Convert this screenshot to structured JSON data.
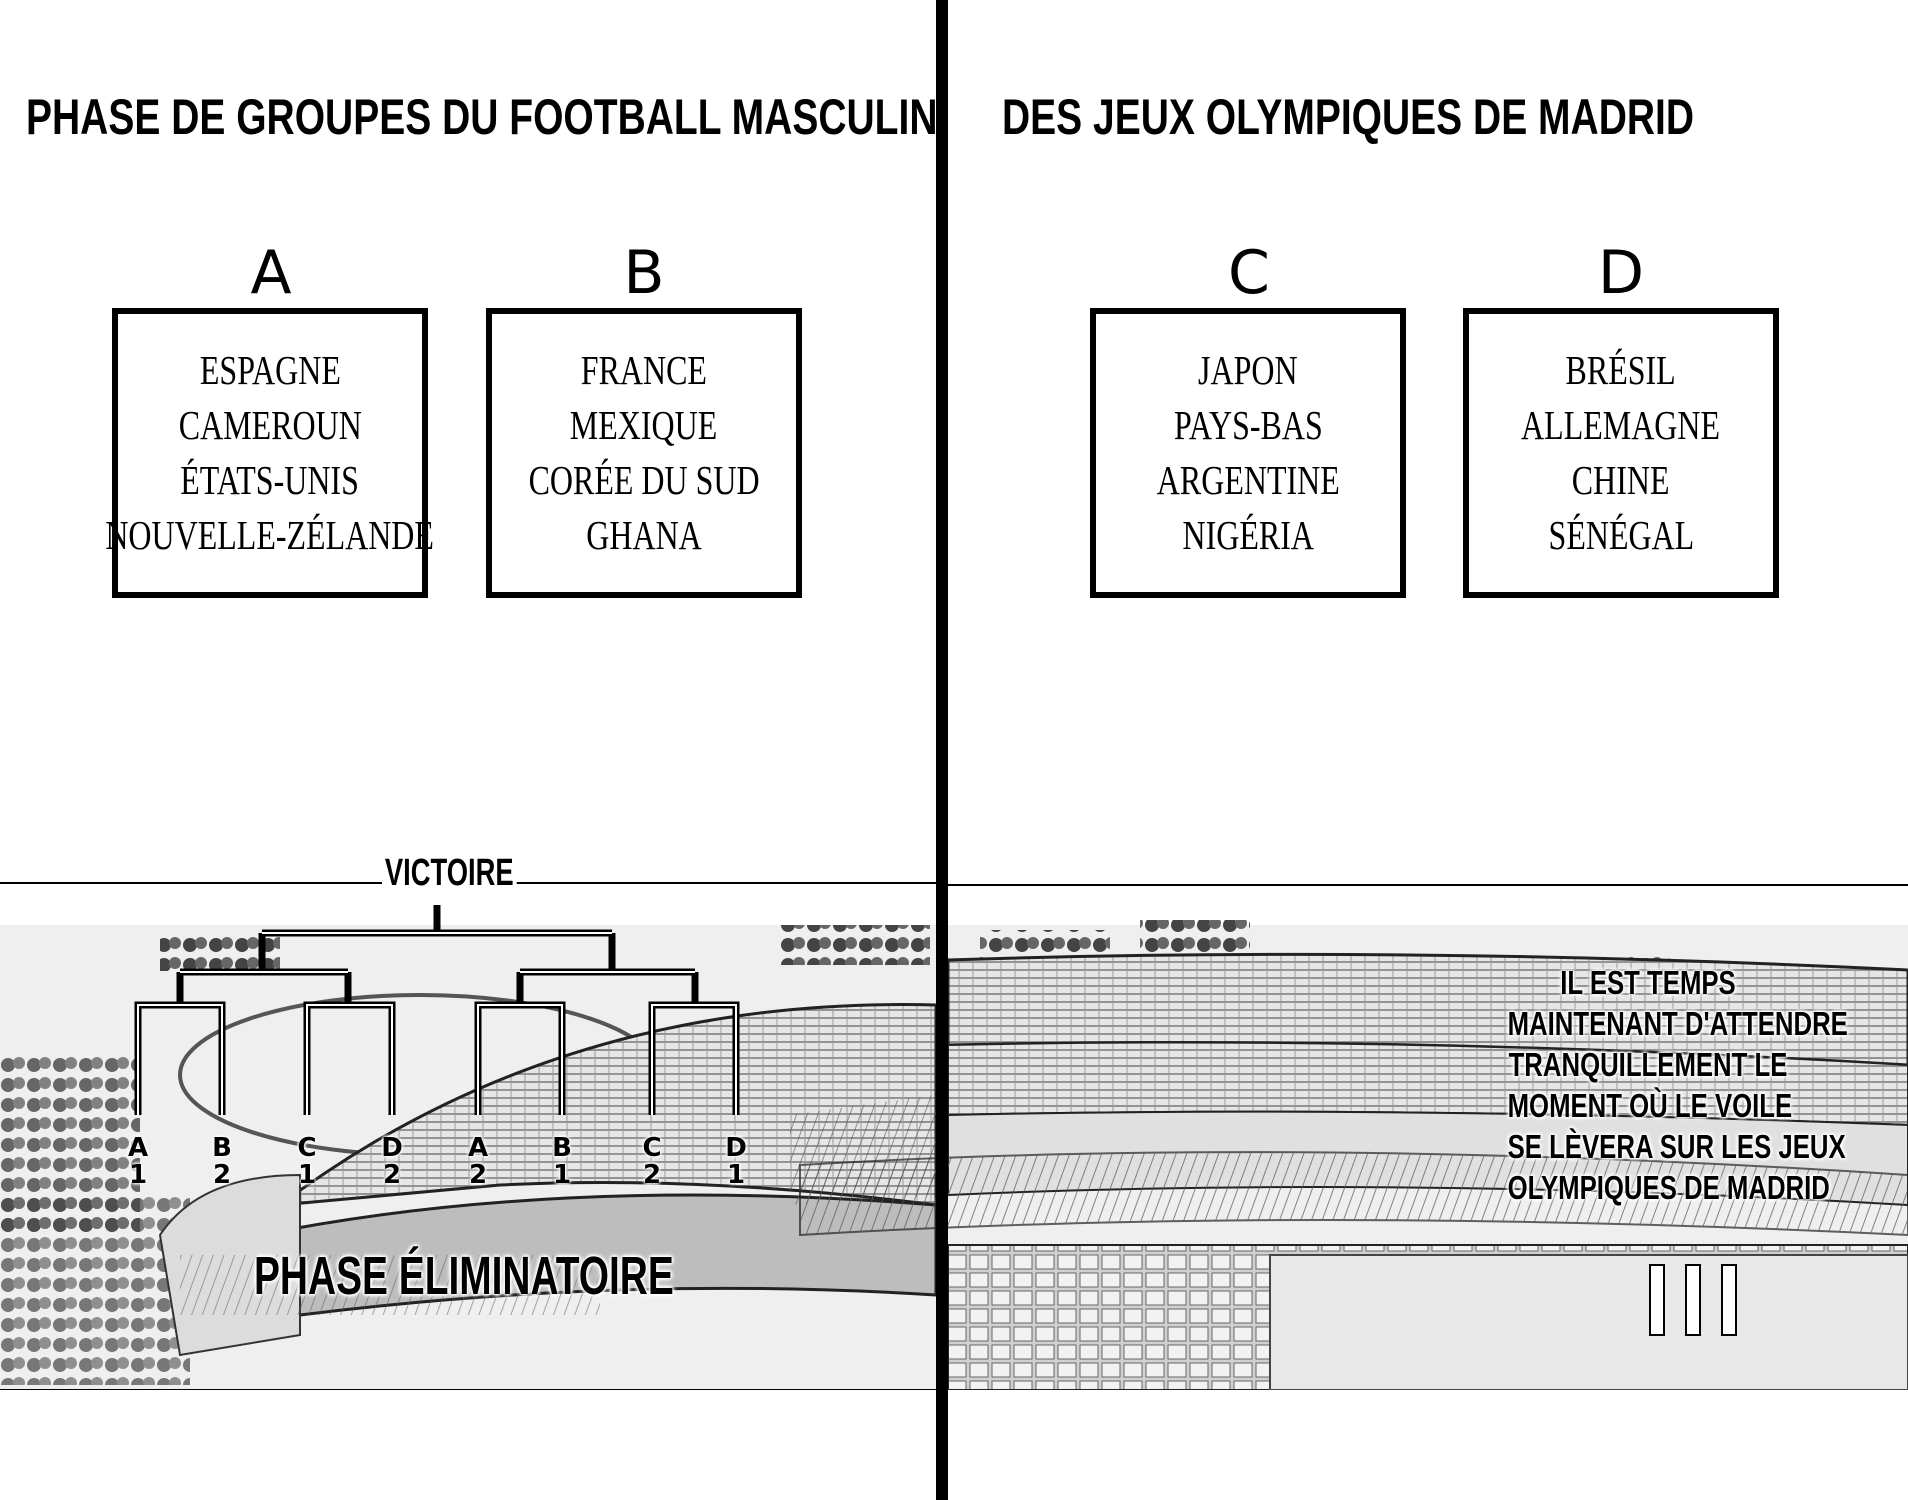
{
  "titles": {
    "left": "PHASE DE GROUPES DU FOOTBALL MASCULIN",
    "right": "DES JEUX OLYMPIQUES DE MADRID"
  },
  "groups": [
    {
      "letter": "A",
      "teams": [
        "ESPAGNE",
        "CAMEROUN",
        "ÉTATS-UNIS",
        "NOUVELLE-ZÉLANDE"
      ]
    },
    {
      "letter": "B",
      "teams": [
        "FRANCE",
        "MEXIQUE",
        "CORÉE DU SUD",
        "GHANA"
      ]
    },
    {
      "letter": "C",
      "teams": [
        "JAPON",
        "PAYS-BAS",
        "ARGENTINE",
        "NIGÉRIA"
      ]
    },
    {
      "letter": "D",
      "teams": [
        "BRÉSIL",
        "ALLEMAGNE",
        "CHINE",
        "SÉNÉGAL"
      ]
    }
  ],
  "bracket": {
    "top_label": "VICTOIRE",
    "stage_label": "PHASE ÉLIMINATOIRE",
    "slots": [
      {
        "letter": "A",
        "rank": "1"
      },
      {
        "letter": "B",
        "rank": "2"
      },
      {
        "letter": "C",
        "rank": "1"
      },
      {
        "letter": "D",
        "rank": "2"
      },
      {
        "letter": "A",
        "rank": "2"
      },
      {
        "letter": "B",
        "rank": "1"
      },
      {
        "letter": "C",
        "rank": "2"
      },
      {
        "letter": "D",
        "rank": "1"
      }
    ]
  },
  "narration": [
    "IL EST TEMPS",
    "MAINTENANT D'ATTENDRE",
    "TRANQUILLEMENT LE",
    "MOMENT OÙ LE VOILE",
    "SE LÈVERA SUR LES JEUX",
    "OLYMPIQUES DE MADRID"
  ],
  "colors": {
    "ink": "#000000",
    "paper": "#ffffff",
    "tone": "#b8b8b8"
  }
}
